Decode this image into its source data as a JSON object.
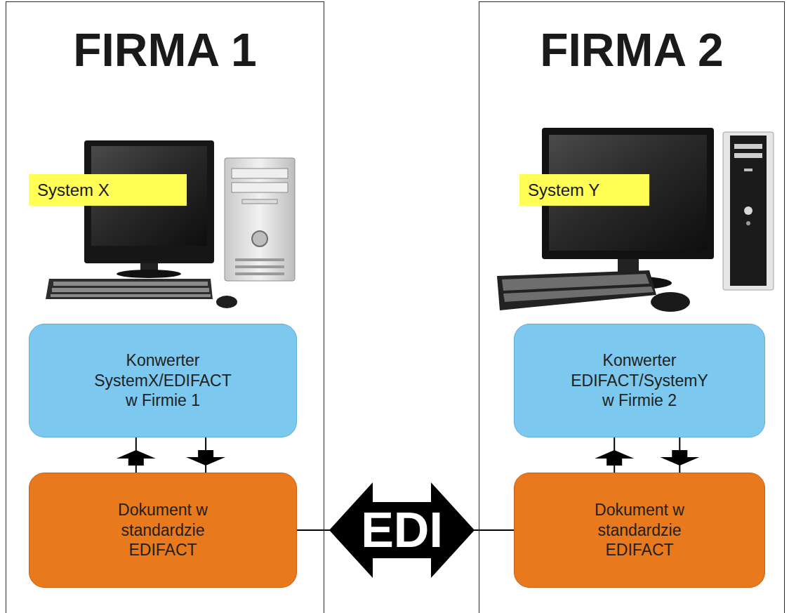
{
  "diagram": {
    "nodes": [
      {
        "text": [
          "FIRMA 1"
        ]
      },
      {
        "text": [
          "System X"
        ],
        "in": 0
      },
      {
        "text": [
          "Konwerter SystemX/EDIFACT w Firmie 1"
        ],
        "in": 0
      },
      {
        "text": [
          "Dokument w standardzie EDIFACT"
        ],
        "in": 0
      },
      {
        "text": [
          "FIRMA 2"
        ]
      },
      {
        "text": [
          "System Y"
        ],
        "in": 4
      },
      {
        "text": [
          "Konwerter EDIFACT/SystemY w Firmie 2"
        ],
        "in": 4
      },
      {
        "text": [
          "Dokument w standardzie EDIFACT"
        ],
        "in": 4
      }
    ],
    "edges": [
      {
        "from": 3,
        "to": 2,
        "arrow": "to"
      },
      {
        "from": 2,
        "to": 3,
        "arrow": "to"
      },
      {
        "from": 7,
        "to": 6,
        "arrow": "to"
      },
      {
        "from": 6,
        "to": 7,
        "arrow": "to"
      },
      {
        "from": 3,
        "to": 7,
        "label": "EDI",
        "arrow": "both"
      }
    ]
  }
}
